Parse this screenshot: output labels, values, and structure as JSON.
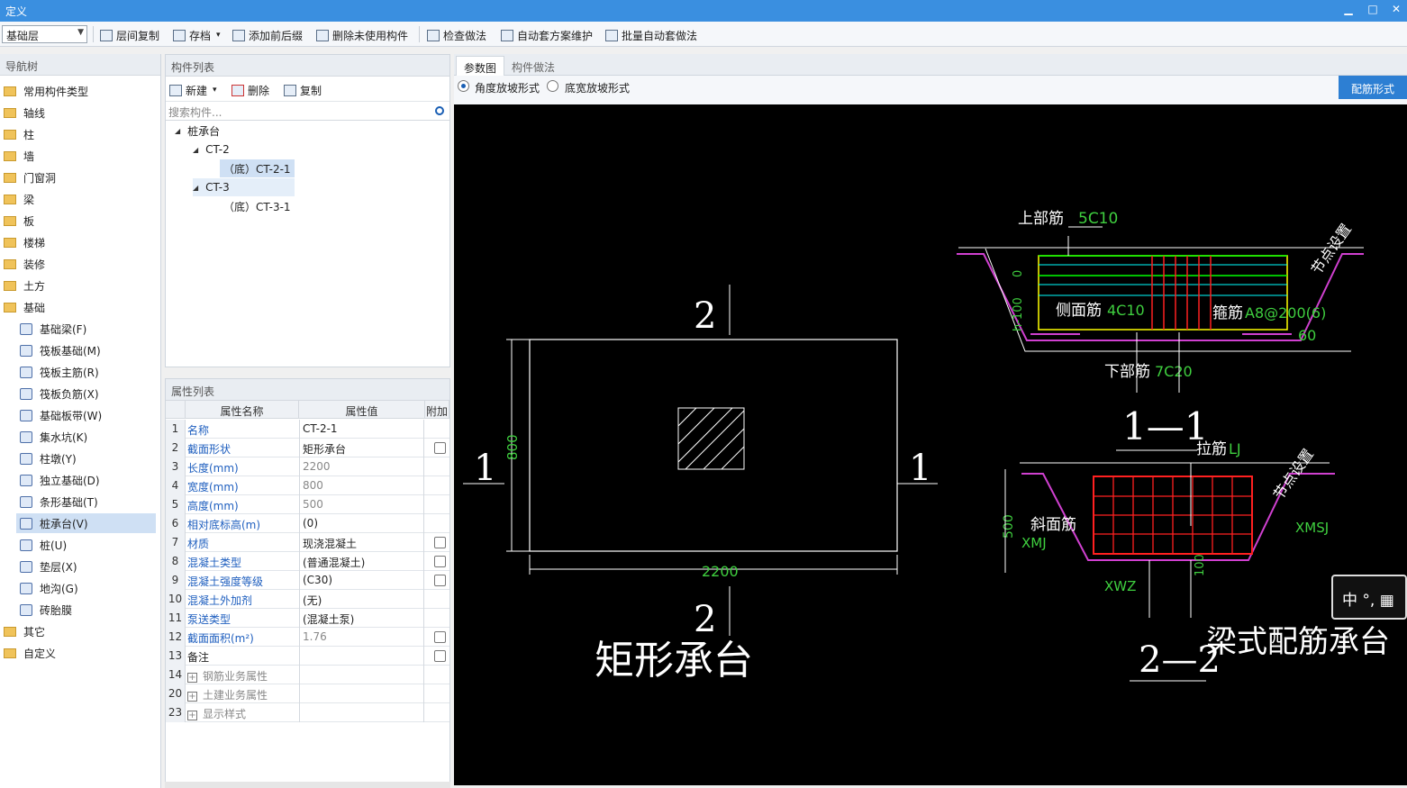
{
  "window": {
    "title": "定义",
    "minimize": "▁",
    "maximize": "□",
    "close": "✕"
  },
  "toolbar": {
    "floor": "基础层",
    "items": [
      "层间复制",
      "存档",
      "添加前后缀",
      "删除未使用构件",
      "检查做法",
      "自动套方案维护",
      "批量自动套做法"
    ],
    "archive_dropdown": "▾"
  },
  "nav": {
    "title": "导航树",
    "folders": [
      "常用构件类型",
      "轴线",
      "柱",
      "墙",
      "门窗洞",
      "梁",
      "板",
      "楼梯",
      "装修",
      "土方",
      "基础"
    ],
    "children": [
      "基础梁(F)",
      "筏板基础(M)",
      "筏板主筋(R)",
      "筏板负筋(X)",
      "基础板带(W)",
      "集水坑(K)",
      "柱墩(Y)",
      "独立基础(D)",
      "条形基础(T)",
      "桩承台(V)",
      "桩(U)",
      "垫层(X)",
      "地沟(G)",
      "砖胎膜"
    ],
    "tail_folders": [
      "其它",
      "自定义"
    ],
    "selected": "桩承台(V)"
  },
  "comp": {
    "title": "构件列表",
    "new": "新建",
    "delete": "删除",
    "copy": "复制",
    "search_placeholder": "搜索构件...",
    "tree": {
      "root": "桩承台",
      "groups": [
        {
          "name": "CT-2",
          "child": "（底）CT-2-1"
        },
        {
          "name": "CT-3",
          "child": "（底）CT-3-1"
        }
      ]
    }
  },
  "prop": {
    "title": "属性列表",
    "headers": [
      "属性名称",
      "属性值",
      "附加"
    ],
    "rows": [
      {
        "n": "1",
        "k": "名称",
        "v": "CT-2-1"
      },
      {
        "n": "2",
        "k": "截面形状",
        "v": "矩形承台"
      },
      {
        "n": "3",
        "k": "长度(mm)",
        "v": "2200"
      },
      {
        "n": "4",
        "k": "宽度(mm)",
        "v": "800"
      },
      {
        "n": "5",
        "k": "高度(mm)",
        "v": "500"
      },
      {
        "n": "6",
        "k": "相对底标高(m)",
        "v": "(0)"
      },
      {
        "n": "7",
        "k": "材质",
        "v": "现浇混凝土"
      },
      {
        "n": "8",
        "k": "混凝土类型",
        "v": "(普通混凝土)"
      },
      {
        "n": "9",
        "k": "混凝土强度等级",
        "v": "(C30)"
      },
      {
        "n": "10",
        "k": "混凝土外加剂",
        "v": "(无)"
      },
      {
        "n": "11",
        "k": "泵送类型",
        "v": "(混凝土泵)"
      },
      {
        "n": "12",
        "k": "截面面积(m²)",
        "v": "1.76"
      },
      {
        "n": "13",
        "k": "备注",
        "v": ""
      },
      {
        "n": "14",
        "k": "钢筋业务属性",
        "v": ""
      },
      {
        "n": "20",
        "k": "土建业务属性",
        "v": ""
      },
      {
        "n": "23",
        "k": "显示样式",
        "v": ""
      }
    ],
    "plus": "+"
  },
  "right": {
    "tabs": [
      "参数图",
      "构件做法"
    ],
    "radio1": "角度放坡形式",
    "radio2": "底宽放坡形式",
    "peijin": "配筋形式"
  },
  "drawing": {
    "sec_a": "2",
    "sec_b": "2",
    "sec_c": "1",
    "sec_d": "1",
    "dim_800": "800",
    "dim_2200": "2200",
    "plan_title": "矩形承台",
    "top_bar": "上部筋",
    "top_bar_val": "5C10",
    "side_bar": "侧面筋",
    "side_bar_val": "4C10",
    "stirrup": "箍筋",
    "stirrup_val": "A8@200(6)",
    "bottom_bar": "下部筋",
    "bottom_bar_val": "7C20",
    "node": "节点设置",
    "node2": "节点设置",
    "angle": "60",
    "zero": "0",
    "h_label": "h-100",
    "s11": "1—1",
    "tie": "拉筋",
    "tie_val": "LJ",
    "slope_bar": "斜面筋",
    "xmj": "XMJ",
    "xmsj": "XMSJ",
    "xwz": "XWZ",
    "h500": "500",
    "h100": "100",
    "s22": "2—2",
    "beam_title": "梁式配筋承台"
  },
  "ime": {
    "text": "中 °, ▦"
  }
}
